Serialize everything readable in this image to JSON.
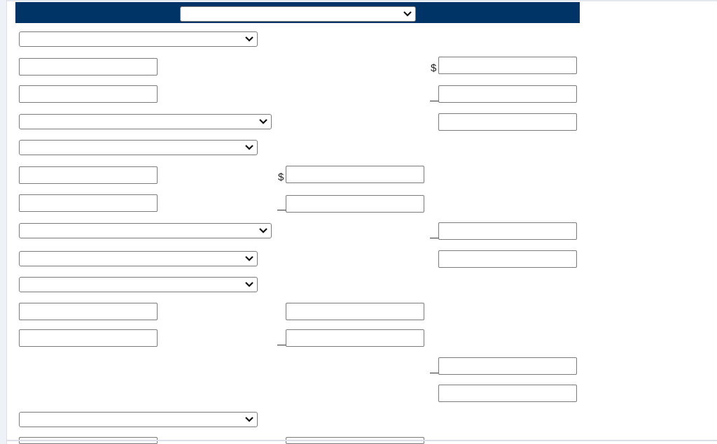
{
  "header": {
    "background_color": "#003366",
    "title_select": {
      "selected": ""
    }
  },
  "currency_symbol": "$",
  "rows": [
    {
      "kind": "select",
      "value": ""
    },
    {
      "kind": "input",
      "value": ""
    },
    {
      "kind": "input",
      "value": ""
    },
    {
      "kind": "select",
      "value": ""
    },
    {
      "kind": "select",
      "value": ""
    },
    {
      "kind": "input",
      "value": ""
    },
    {
      "kind": "input",
      "value": ""
    },
    {
      "kind": "select",
      "value": ""
    },
    {
      "kind": "select",
      "value": ""
    },
    {
      "kind": "select",
      "value": ""
    },
    {
      "kind": "input",
      "value": ""
    },
    {
      "kind": "input",
      "value": ""
    },
    {
      "kind": "select",
      "value": ""
    }
  ]
}
